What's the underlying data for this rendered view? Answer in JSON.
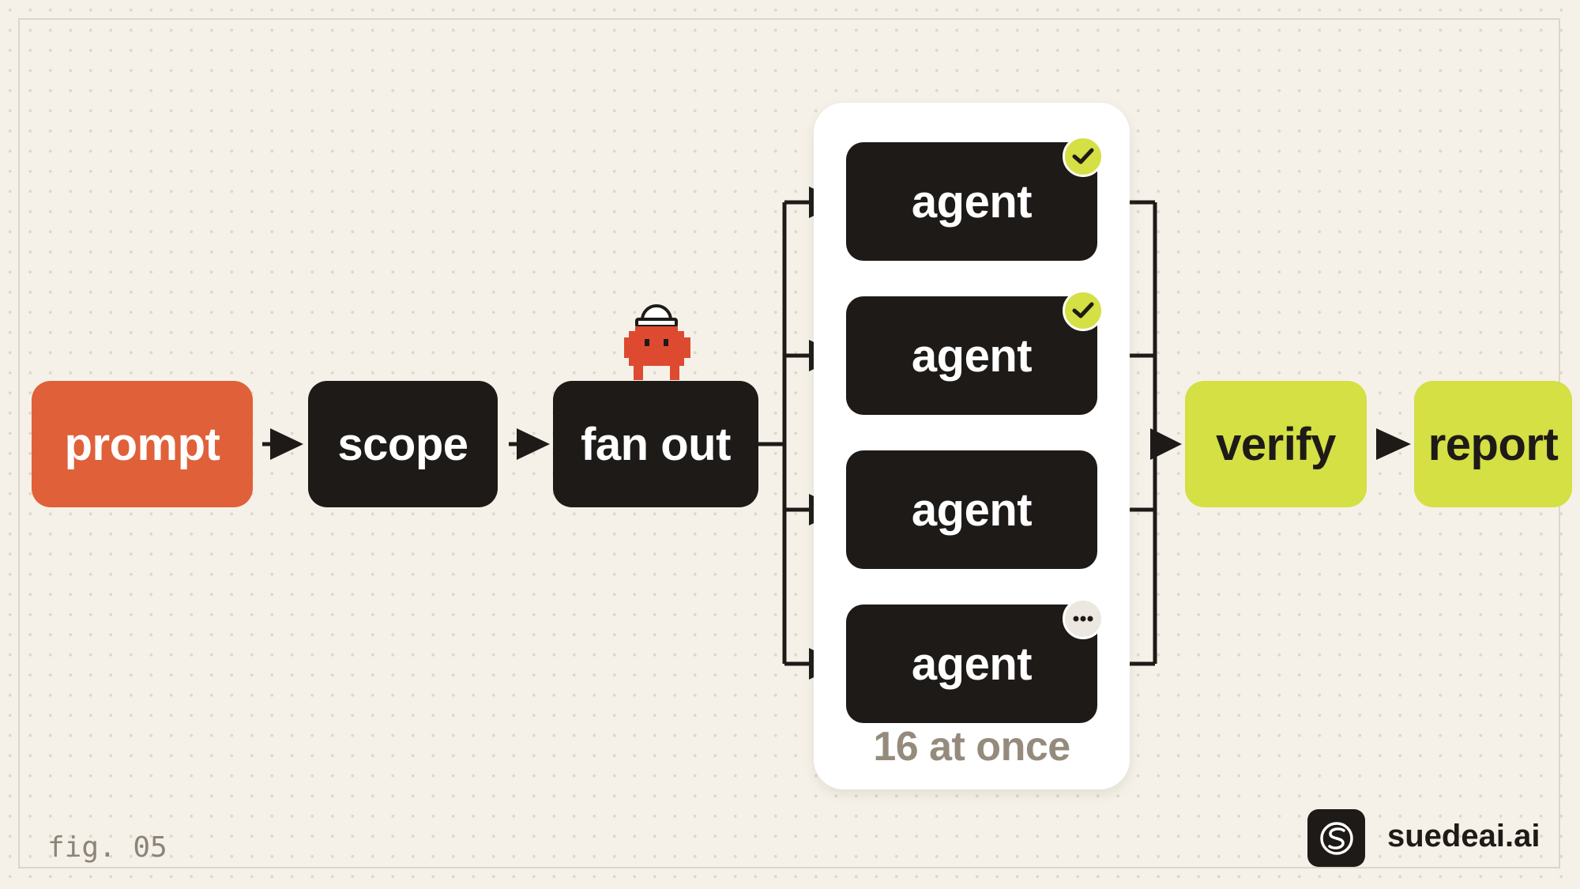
{
  "diagram": {
    "nodes": {
      "prompt": "prompt",
      "scope": "scope",
      "fan_out": "fan out",
      "agents": [
        "agent",
        "agent",
        "agent",
        "agent"
      ],
      "verify": "verify",
      "report": "report"
    },
    "agent_status": [
      "done",
      "done",
      "none",
      "pending"
    ],
    "parallel_caption": "16 at once",
    "mascot": "robot-mascot-icon"
  },
  "footer": {
    "figure_label": "fig. 05",
    "brand": "suedeai.ai",
    "logo_icon": "suedeai-logo-icon"
  },
  "colors": {
    "background": "#f5f1e8",
    "dark_node": "#1e1a17",
    "prompt_node": "#e0603a",
    "result_node": "#d4e043",
    "caption": "#948b7d",
    "mascot": "#de4a30"
  }
}
